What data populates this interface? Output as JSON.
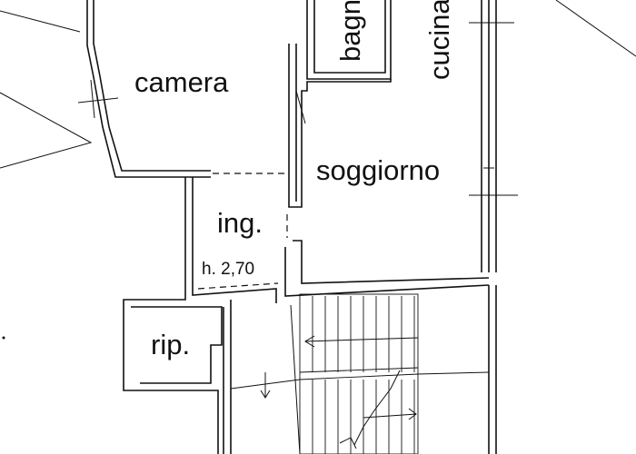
{
  "rooms": {
    "camera": "camera",
    "bagno": "bagno",
    "cucina": "cucina",
    "soggiorno": "soggiorno",
    "ingresso": "ing.",
    "height": "h. 2,70",
    "ripostiglio": "rip."
  },
  "colors": {
    "line": "#111111",
    "background": "#ffffff"
  }
}
